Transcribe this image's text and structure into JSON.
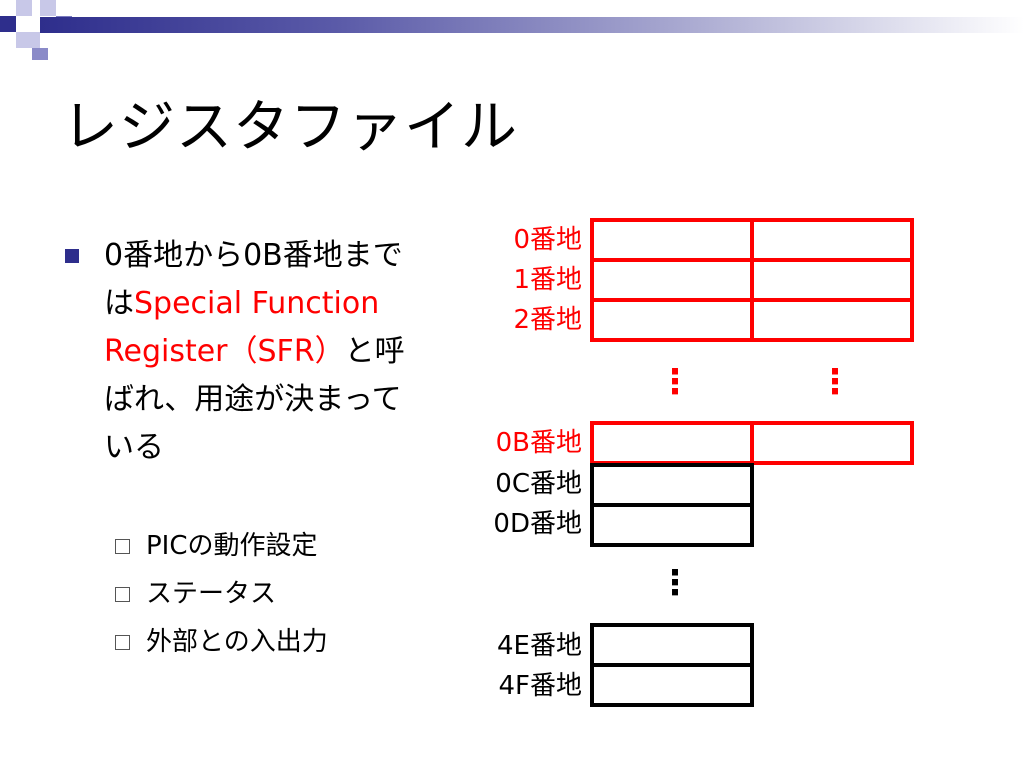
{
  "slide": {
    "title": "レジスタファイル",
    "accent_color": "#2e2e8c",
    "highlight_color": "#ff0000"
  },
  "bullets": {
    "main": {
      "part1": "0番地から0B番地までは",
      "part2_red": "Special Function Register（SFR）",
      "part3": "と呼ばれ、用途が決まっている"
    },
    "sub": [
      "PICの動作設定",
      "ステータス",
      "外部との入出力"
    ]
  },
  "register_map": {
    "red_labels": [
      "0番地",
      "1番地",
      "2番地"
    ],
    "red_label_b": "0B番地",
    "black_labels": [
      "0C番地",
      "0D番地"
    ],
    "black_labels_end": [
      "4E番地",
      "4F番地"
    ],
    "ellipsis": "⋮"
  }
}
